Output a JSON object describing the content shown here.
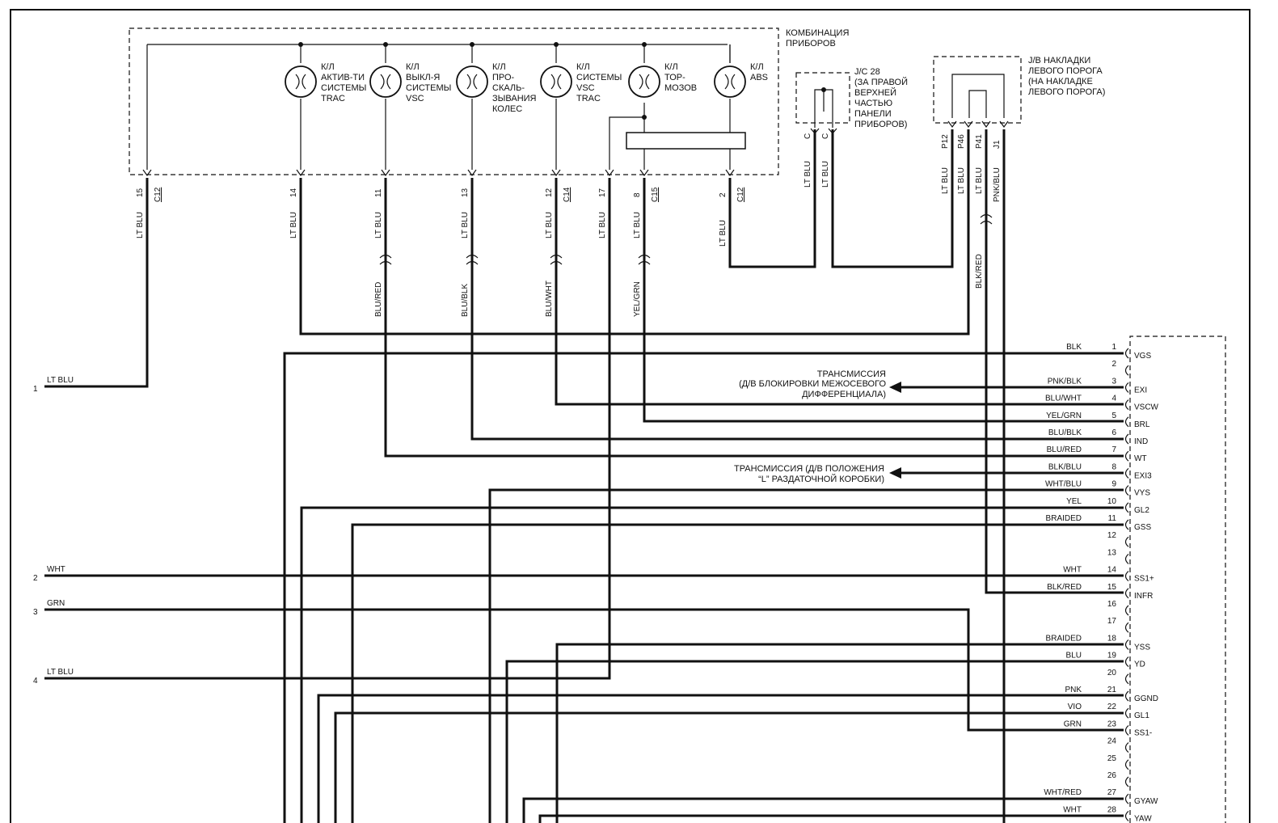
{
  "cluster": {
    "title_l1": "КОМБИНАЦИЯ",
    "title_l2": "ПРИБОРОВ",
    "lamps": [
      {
        "lines": [
          "К/Л",
          "АКТИВ-ТИ",
          "СИСТЕМЫ",
          "TRAC"
        ]
      },
      {
        "lines": [
          "К/Л",
          "ВЫКЛ-Я",
          "СИСТЕМЫ",
          "VSC"
        ]
      },
      {
        "lines": [
          "К/Л",
          "ПРО-",
          "СКАЛЬ-",
          "ЗЫВАНИЯ",
          "КОЛЕС"
        ]
      },
      {
        "lines": [
          "К/Л",
          "СИСТЕМЫ",
          "VSC",
          "TRAC"
        ]
      },
      {
        "lines": [
          "К/Л",
          "ТОР-",
          "МОЗОВ"
        ]
      },
      {
        "lines": [
          "К/Л",
          "ABS"
        ]
      }
    ]
  },
  "jc28": {
    "lines": [
      "J/C 28",
      "(ЗА ПРАВОЙ",
      "ВЕРХНЕЙ",
      "ЧАСТЬЮ",
      "ПАНЕЛИ",
      "ПРИБОРОВ)"
    ],
    "pin_a": "C",
    "pin_b": "C"
  },
  "jb": {
    "lines": [
      "J/B НАКЛАДКИ",
      "ЛЕВОГО ПОРОГА",
      "(НА НАКЛАДКЕ",
      "ЛЕВОГО ПОРОГА)"
    ],
    "pins": [
      "P12",
      "P46",
      "P41",
      "J1"
    ]
  },
  "connectors": [
    {
      "pin": "15",
      "conn": "C12"
    },
    {
      "pin": "14",
      "conn": ""
    },
    {
      "pin": "11",
      "conn": ""
    },
    {
      "pin": "13",
      "conn": ""
    },
    {
      "pin": "12",
      "conn": "C14"
    },
    {
      "pin": "17",
      "conn": ""
    },
    {
      "pin": "8",
      "conn": "C15"
    },
    {
      "pin": "2",
      "conn": "C12"
    }
  ],
  "upper_wires": [
    {
      "color": "LT BLU"
    },
    {
      "color": "LT BLU"
    },
    {
      "color": "LT BLU"
    },
    {
      "color": "LT BLU"
    },
    {
      "color": "LT BLU"
    },
    {
      "color": "LT BLU"
    },
    {
      "color": "LT BLU"
    },
    {
      "color": "LT BLU"
    },
    {
      "color": "LT BLU"
    },
    {
      "color": "LT BLU"
    }
  ],
  "jb_wires": [
    "LT BLU",
    "LT BLU",
    "LT BLU",
    "PNK/BLU"
  ],
  "lower_wire_colors": [
    "BLU/RED",
    "BLU/BLK",
    "BLU/WHT",
    "YEL/GRN",
    "BLK/RED"
  ],
  "left_terminals": [
    {
      "num": "1",
      "color": "LT BLU"
    },
    {
      "num": "2",
      "color": "WHT"
    },
    {
      "num": "3",
      "color": "GRN"
    },
    {
      "num": "4",
      "color": "LT BLU"
    }
  ],
  "destinations": {
    "d1_l1": "ТРАНСМИССИЯ",
    "d1_l2": "(Д/В БЛОКИРОВКИ МЕЖОСЕВОГО",
    "d1_l3": "ДИФФЕРЕНЦИАЛА)",
    "d2_l1": "ТРАНСМИССИЯ (Д/В ПОЛОЖЕНИЯ",
    "d2_l2": "“L” РАЗДАТОЧНОЙ КОРОБКИ)"
  },
  "ecu_pins": [
    {
      "num": "1",
      "wire": "BLK",
      "name": "VGS"
    },
    {
      "num": "2",
      "wire": "",
      "name": ""
    },
    {
      "num": "3",
      "wire": "PNK/BLK",
      "name": "EXI"
    },
    {
      "num": "4",
      "wire": "BLU/WHT",
      "name": "VSCW"
    },
    {
      "num": "5",
      "wire": "YEL/GRN",
      "name": "BRL"
    },
    {
      "num": "6",
      "wire": "BLU/BLK",
      "name": "IND"
    },
    {
      "num": "7",
      "wire": "BLU/RED",
      "name": "WT"
    },
    {
      "num": "8",
      "wire": "BLK/BLU",
      "name": "EXI3"
    },
    {
      "num": "9",
      "wire": "WHT/BLU",
      "name": "VYS"
    },
    {
      "num": "10",
      "wire": "YEL",
      "name": "GL2"
    },
    {
      "num": "11",
      "wire": "BRAIDED",
      "name": "GSS"
    },
    {
      "num": "12",
      "wire": "",
      "name": ""
    },
    {
      "num": "13",
      "wire": "",
      "name": ""
    },
    {
      "num": "14",
      "wire": "WHT",
      "name": "SS1+"
    },
    {
      "num": "15",
      "wire": "BLK/RED",
      "name": "INFR"
    },
    {
      "num": "16",
      "wire": "",
      "name": ""
    },
    {
      "num": "17",
      "wire": "",
      "name": ""
    },
    {
      "num": "18",
      "wire": "BRAIDED",
      "name": "YSS"
    },
    {
      "num": "19",
      "wire": "BLU",
      "name": "YD"
    },
    {
      "num": "20",
      "wire": "",
      "name": ""
    },
    {
      "num": "21",
      "wire": "PNK",
      "name": "GGND"
    },
    {
      "num": "22",
      "wire": "VIO",
      "name": "GL1"
    },
    {
      "num": "23",
      "wire": "GRN",
      "name": "SS1-"
    },
    {
      "num": "24",
      "wire": "",
      "name": ""
    },
    {
      "num": "25",
      "wire": "",
      "name": ""
    },
    {
      "num": "26",
      "wire": "",
      "name": ""
    },
    {
      "num": "27",
      "wire": "WHT/RED",
      "name": "GYAW"
    },
    {
      "num": "28",
      "wire": "WHT",
      "name": "YAW"
    }
  ]
}
